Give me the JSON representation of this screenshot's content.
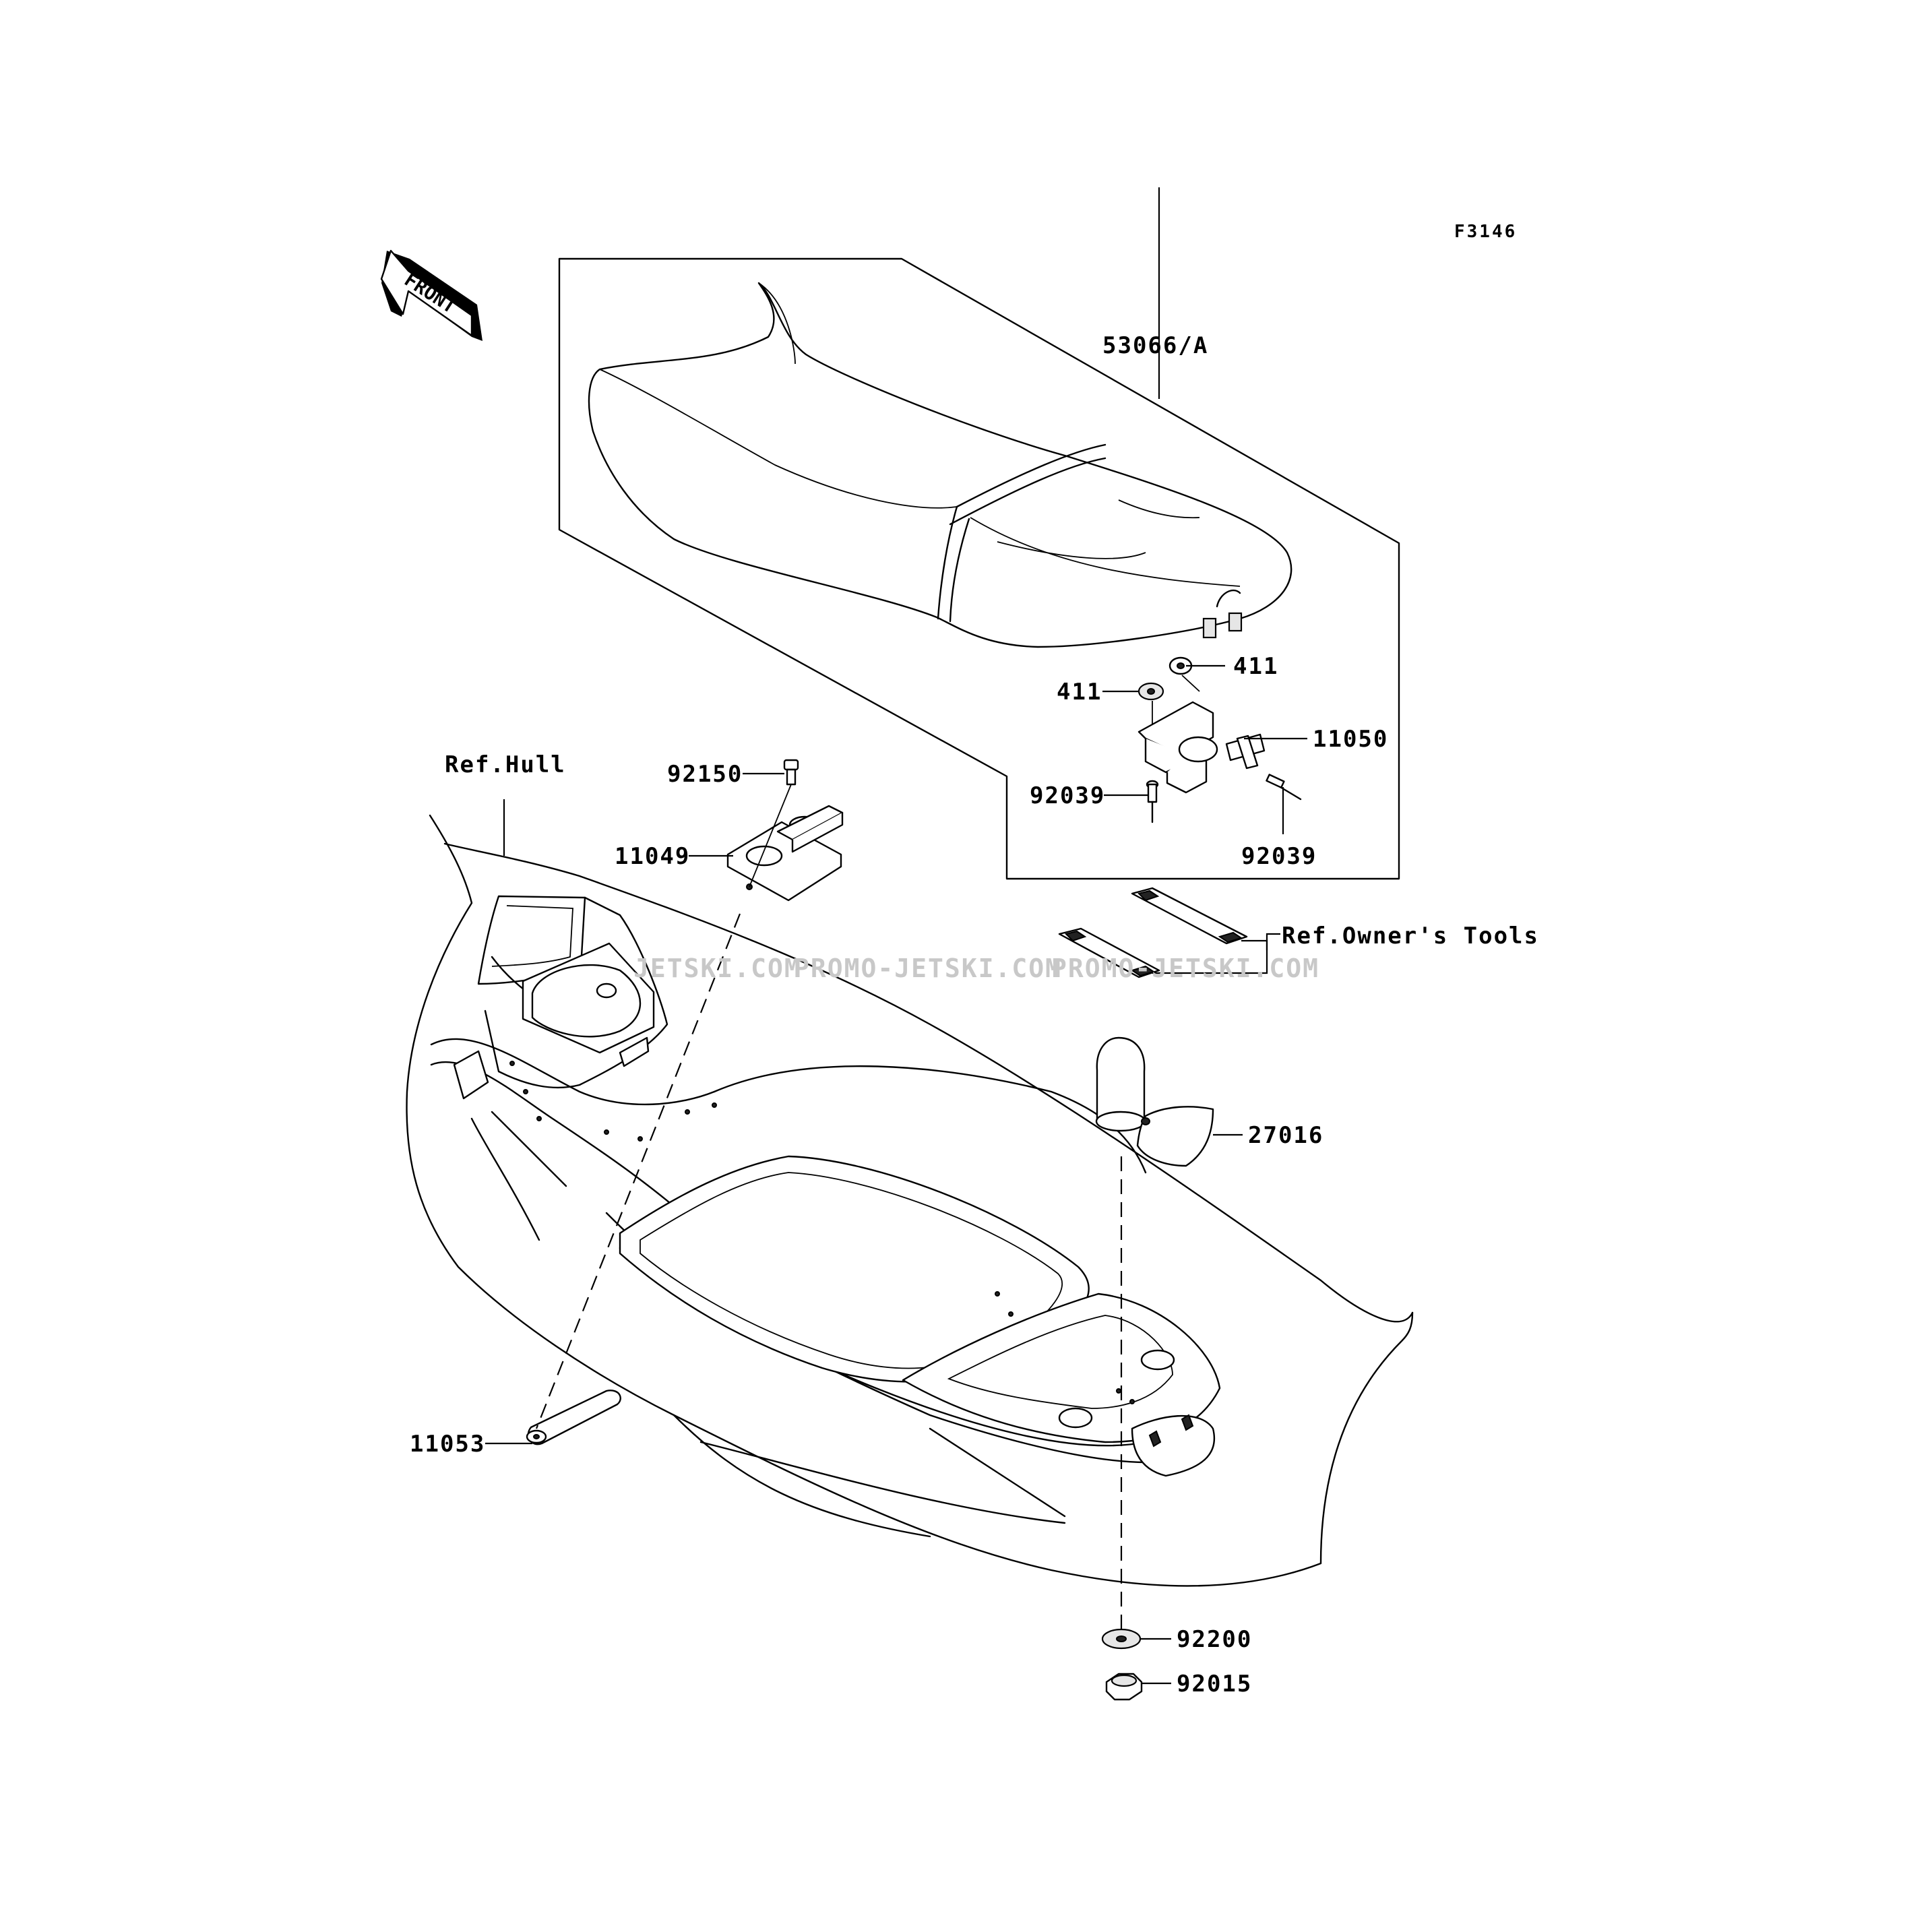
{
  "figure_code": "F3146",
  "front_label": "FRONT",
  "part_labels": {
    "seat": "53066/A",
    "washer_upper": "411",
    "washer_lower": "411",
    "bracket_rear": "11050",
    "rivet_left": "92039",
    "rivet_right": "92039",
    "bolt": "92150",
    "bracket_front": "11049",
    "plate": "11053",
    "cap": "27016",
    "washer_bottom": "92200",
    "nut": "92015"
  },
  "reference_labels": {
    "hull": "Ref.Hull",
    "tools": "Ref.Owner's Tools"
  },
  "watermarks": [
    "JETSKI.COM",
    "PROMO-JETSKI.COM",
    "PROMO-JETSKI.COM"
  ]
}
